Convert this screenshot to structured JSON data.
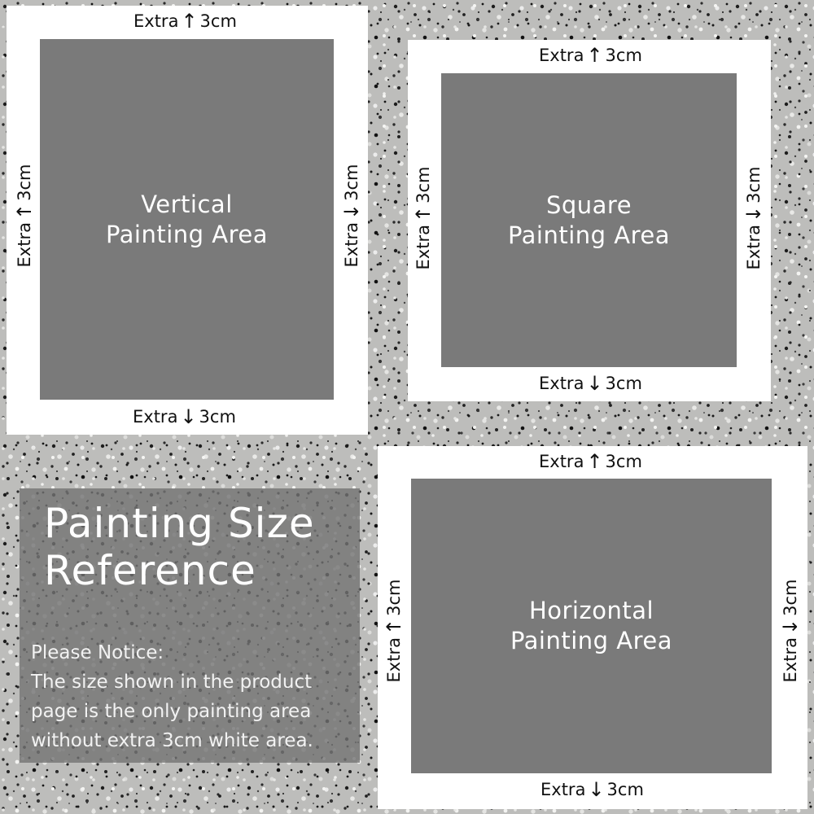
{
  "colors": {
    "card": "#ffffff",
    "painting_area": "#7a7a7a",
    "label_text": "#111111",
    "background": "granite speckle"
  },
  "margin": {
    "extra": "Extra",
    "size": "3cm"
  },
  "vertical": {
    "line1": "Vertical",
    "line2": "Painting Area"
  },
  "square": {
    "line1": "Square",
    "line2": "Painting Area"
  },
  "horizontal": {
    "line1": "Horizontal",
    "line2": "Painting Area"
  },
  "info": {
    "title_line1": "Painting Size",
    "title_line2": "Reference",
    "notice_line1": "Please Notice:",
    "notice_line2": "The size shown in the product",
    "notice_line3": "page is the only painting area",
    "notice_line4": "without extra 3cm white area."
  },
  "icons": [
    "arrow-up-icon",
    "arrow-down-icon",
    "arrow-left-icon",
    "arrow-right-icon"
  ]
}
